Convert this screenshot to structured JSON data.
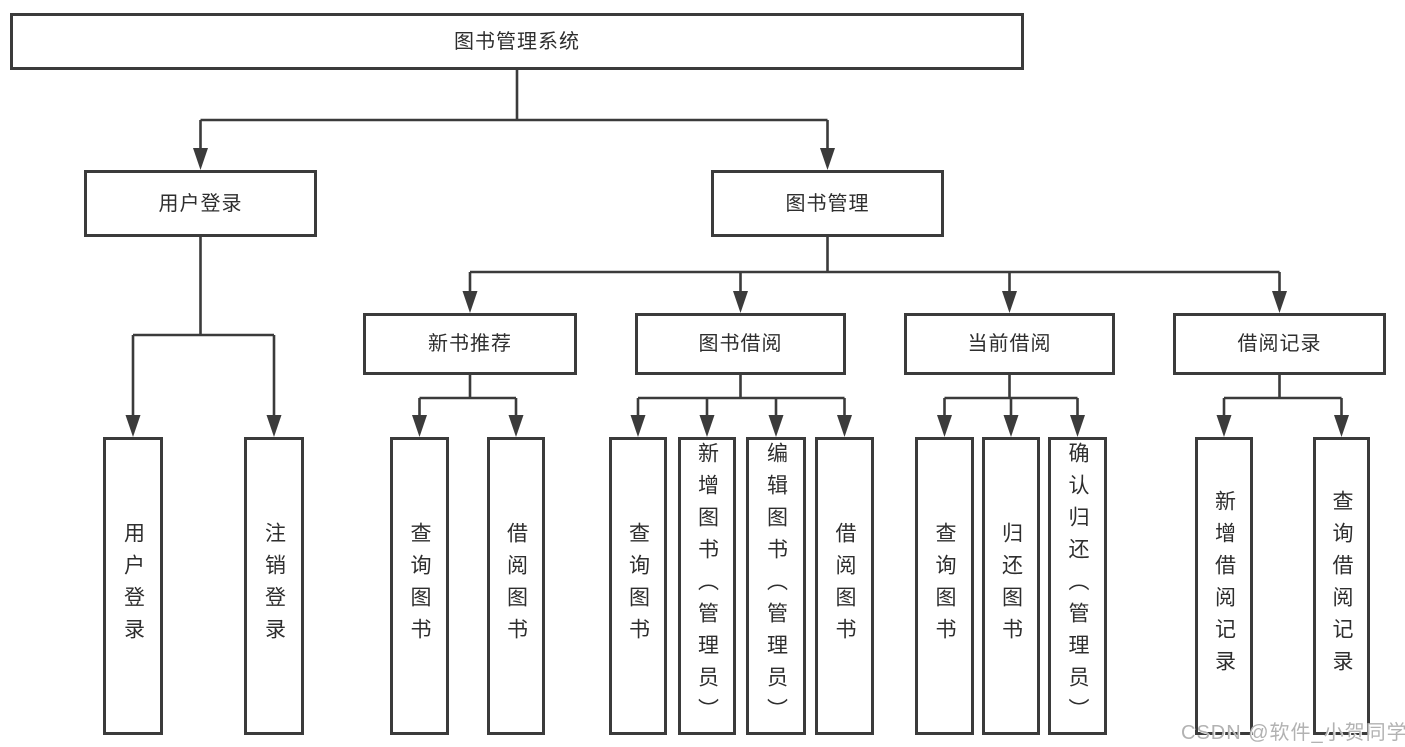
{
  "tree": {
    "root": "图书管理系统",
    "level2": {
      "user_login": "用户登录",
      "book_management": "图书管理"
    },
    "level3": {
      "new_books": "新书推荐",
      "borrowing": "图书借阅",
      "current": "当前借阅",
      "records": "借阅记录"
    },
    "leaves": {
      "user_login": [
        "用户登录",
        "注销登录"
      ],
      "new_books": [
        "查询图书",
        "借阅图书"
      ],
      "borrowing": [
        "查询图书",
        "新增图书（管理员）",
        "编辑图书（管理员）",
        "借阅图书"
      ],
      "current": [
        "查询图书",
        "归还图书",
        "确认归还（管理员）"
      ],
      "records": [
        "新增借阅记录",
        "查询借阅记录"
      ]
    }
  },
  "watermark": "CSDN @软件_小贺同学",
  "colors": {
    "line": "#3b3b3b",
    "text": "#2e2e2e",
    "watermark": "#b2b2b2",
    "background": "#ffffff"
  }
}
